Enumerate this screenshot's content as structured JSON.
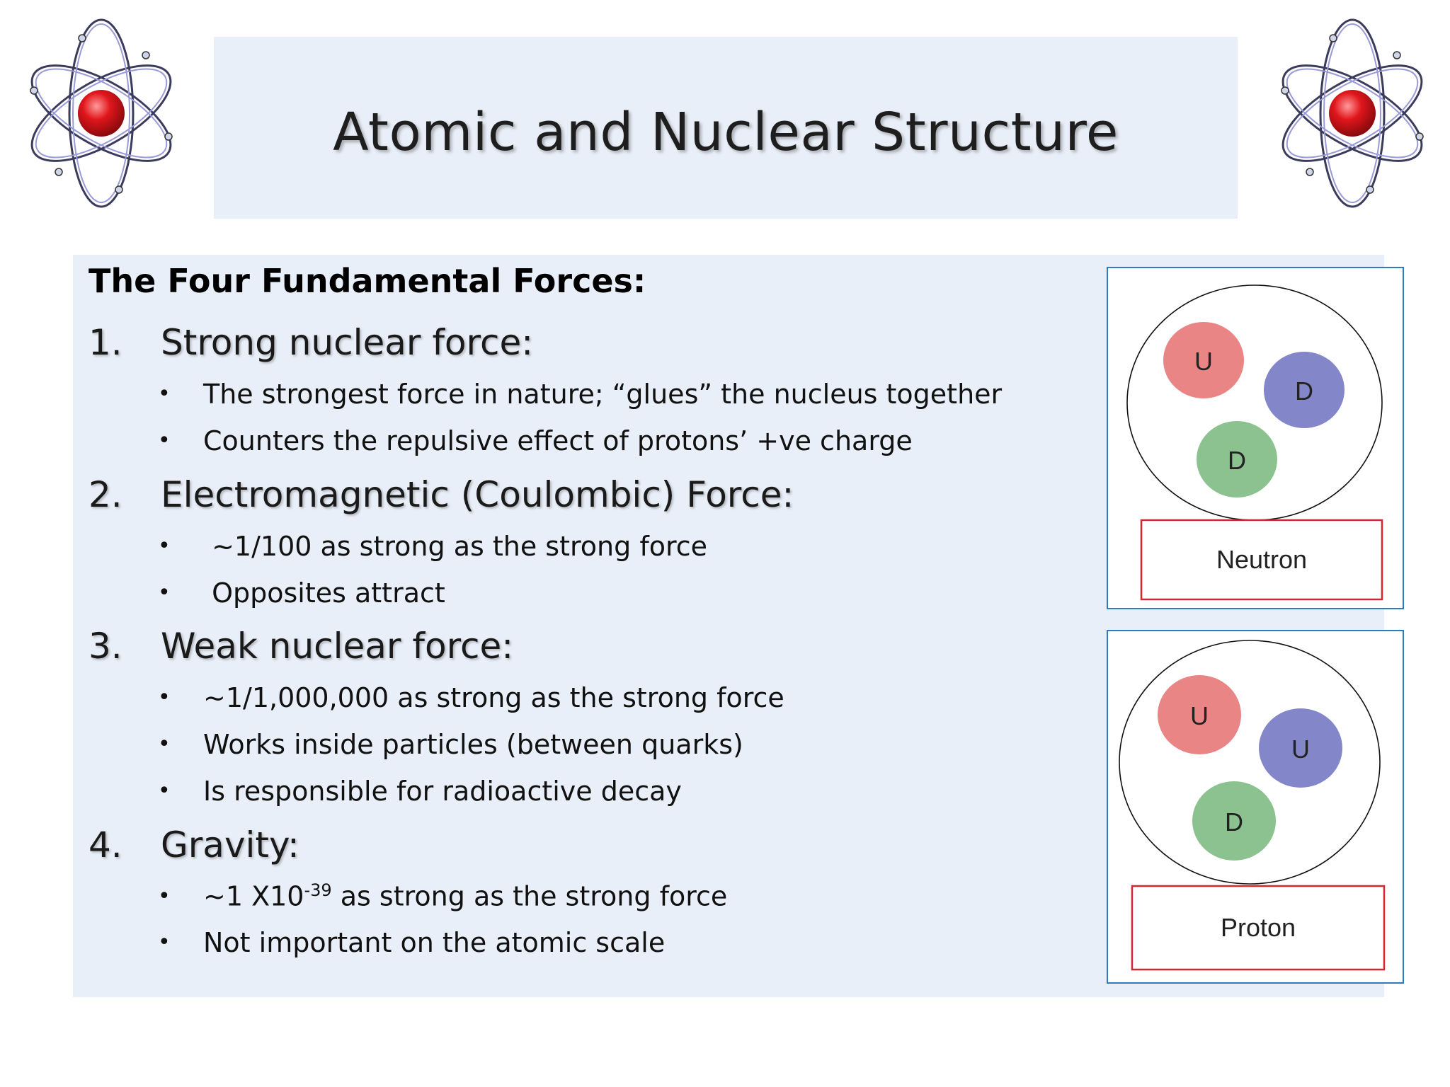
{
  "slide": {
    "title": "Atomic and Nuclear Structure",
    "decor_icon": "atom-icon"
  },
  "colors": {
    "panel_bg": "#e9eff8",
    "box_border": "#2d7cc1",
    "label_border": "#d6262d",
    "quark_up": "#e98585",
    "quark_down_blue": "#8387c9",
    "quark_down_green": "#8cc28f",
    "nucleus_red": "#e0161c"
  },
  "content": {
    "heading": "The Four Fundamental Forces:",
    "forces": [
      {
        "number": "1.",
        "title": "Strong nuclear force:",
        "bullets": [
          "The strongest force in nature; “glues” the nucleus together",
          "Counters the repulsive effect of protons’ +ve charge"
        ]
      },
      {
        "number": "2.",
        "title": "Electromagnetic (Coulombic) Force:",
        "bullets": [
          " ~1/100 as strong as the strong force",
          " Opposites attract"
        ]
      },
      {
        "number": "3.",
        "title": "Weak nuclear force:",
        "bullets": [
          "~1/1,000,000 as strong as the strong force",
          "Works inside particles (between quarks)",
          "Is responsible for radioactive decay"
        ]
      },
      {
        "number": "4.",
        "title": "Gravity:",
        "bullets_special": {
          "prefix": "~1 X10",
          "exponent": "-39",
          "suffix": " as strong as the strong force"
        },
        "bullets": [
          "Not important on the atomic scale"
        ]
      }
    ]
  },
  "diagrams": {
    "neutron": {
      "label": "Neutron",
      "quarks": [
        "U",
        "D",
        "D"
      ]
    },
    "proton": {
      "label": "Proton",
      "quarks": [
        "U",
        "U",
        "D"
      ]
    }
  }
}
